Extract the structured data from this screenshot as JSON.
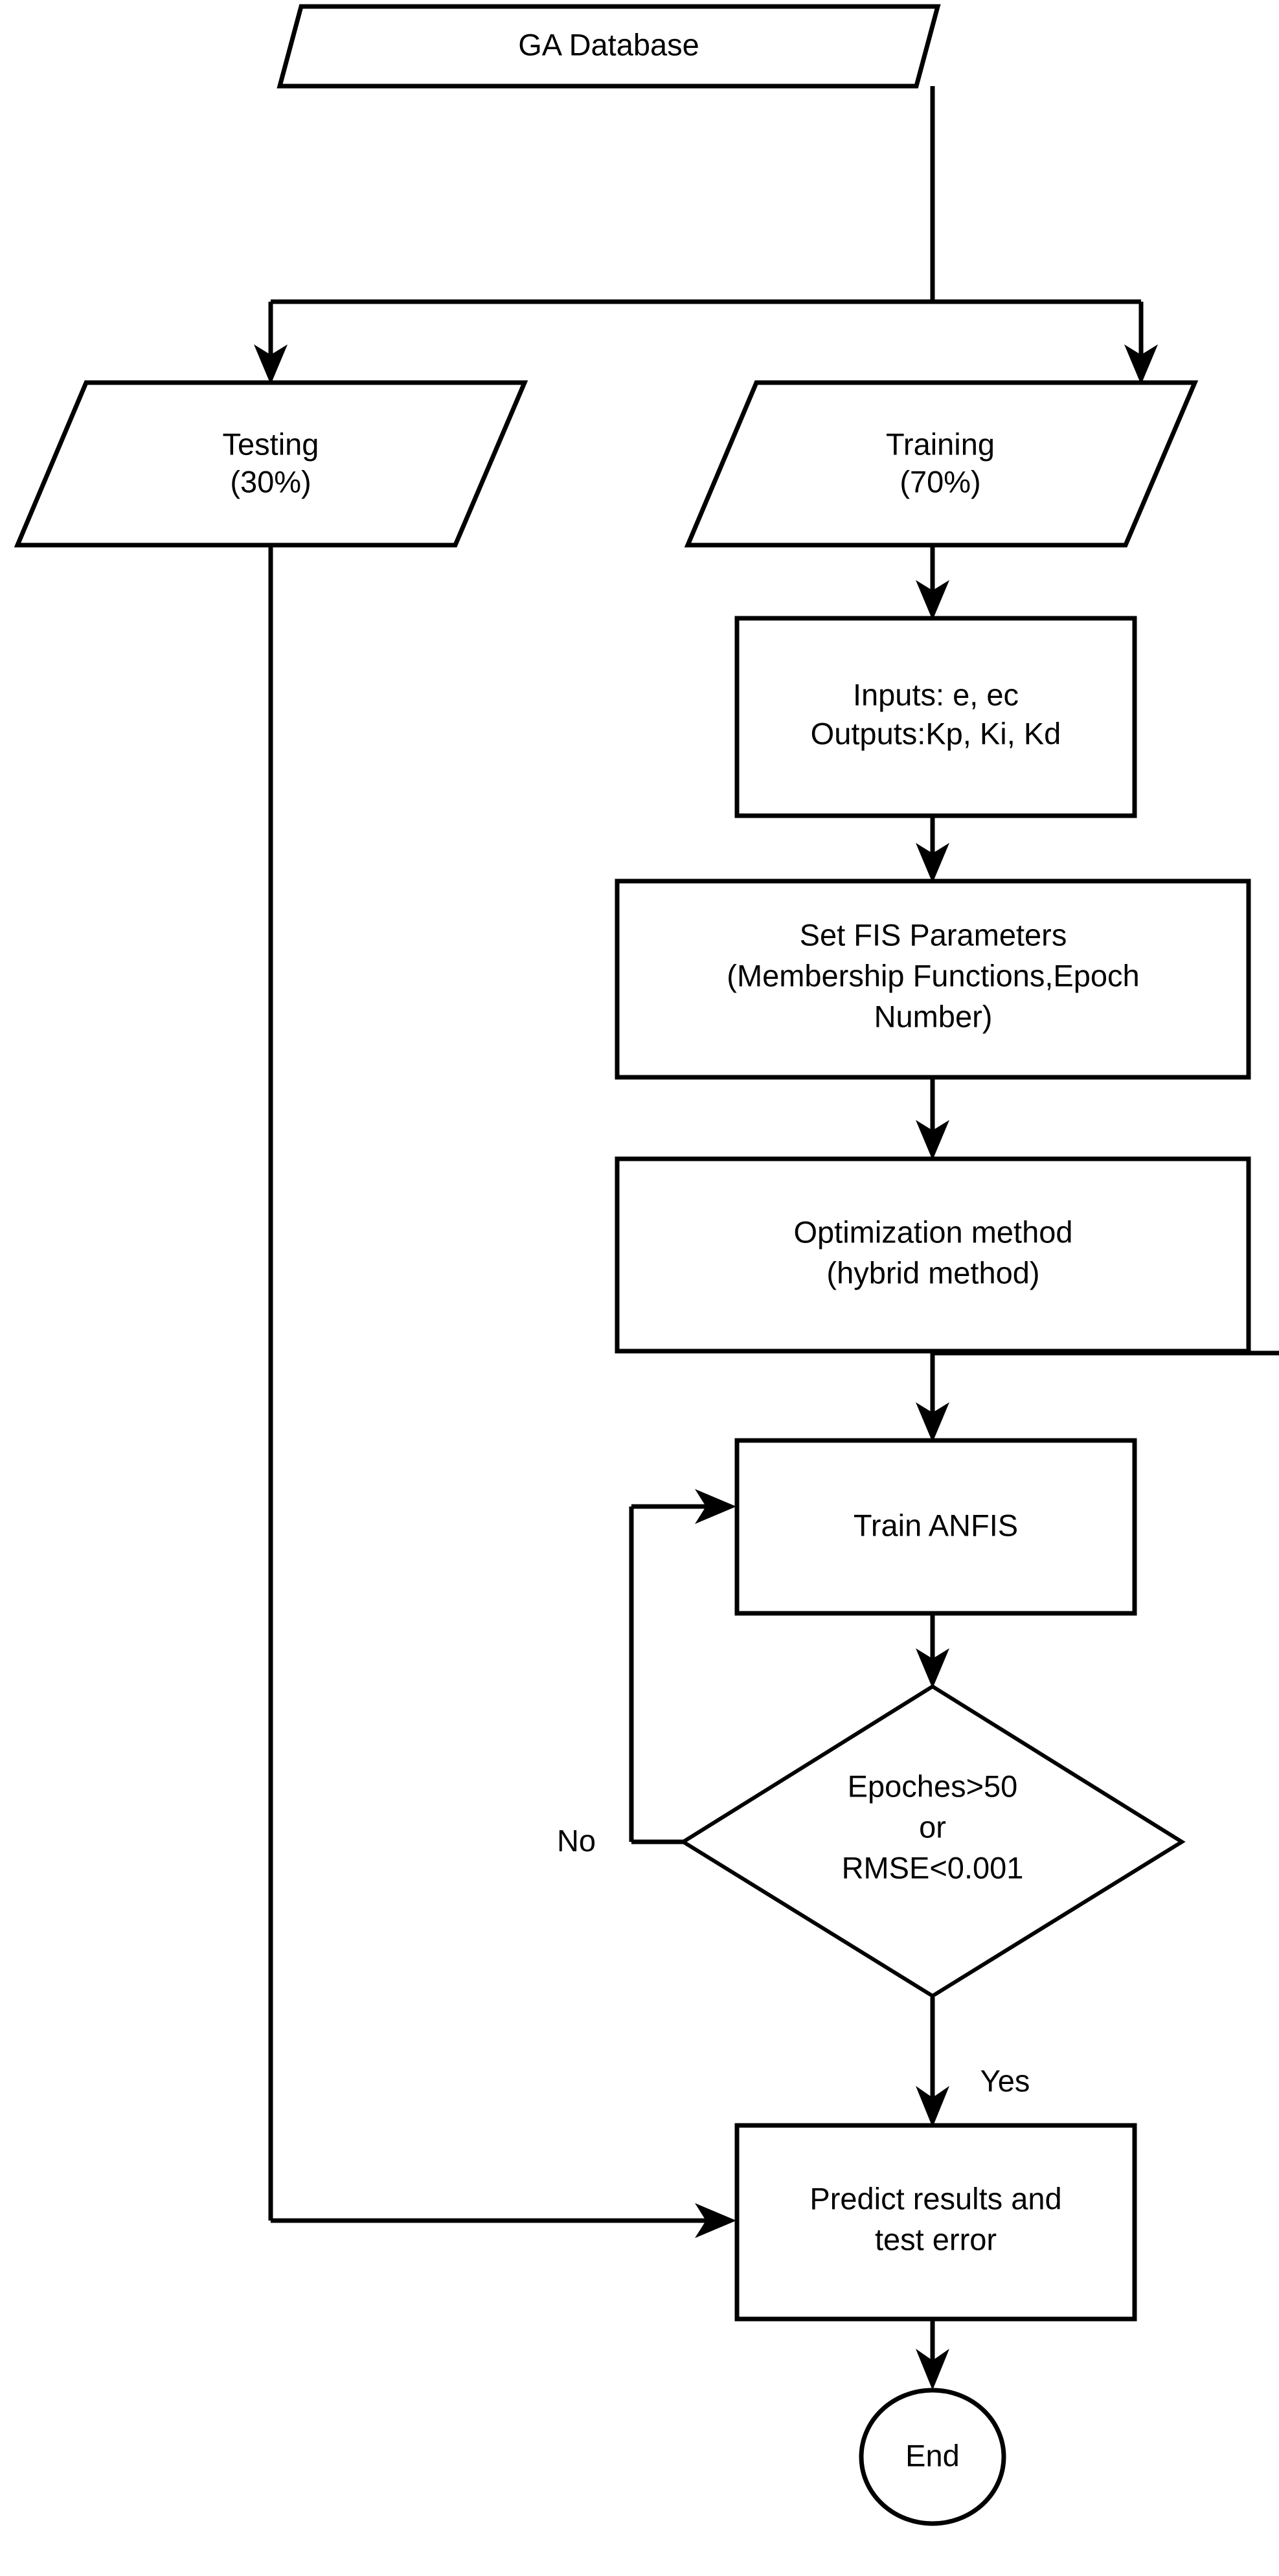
{
  "diagram": {
    "type": "flowchart",
    "title": "ANFIS training and testing flowchart",
    "background_color": "#ffffff",
    "line_color": "#000000",
    "text_color": "#000000",
    "nodes": [
      {
        "id": "ga-database",
        "shape": "parallelogram",
        "lines": [
          "GA Database"
        ]
      },
      {
        "id": "testing",
        "shape": "parallelogram",
        "lines": [
          "Testing",
          "(30%)"
        ]
      },
      {
        "id": "training",
        "shape": "parallelogram",
        "lines": [
          "Training",
          "(70%)"
        ]
      },
      {
        "id": "inputs-outputs",
        "shape": "rectangle",
        "lines": [
          "Inputs: e, ec",
          "Outputs:Kp, Ki, Kd"
        ]
      },
      {
        "id": "set-fis-parameters",
        "shape": "rectangle",
        "lines": [
          "Set FIS Parameters",
          "(Membership Functions,Epoch",
          "Number)"
        ]
      },
      {
        "id": "optimization-method",
        "shape": "rectangle",
        "lines": [
          "Optimization method",
          "(hybrid method)"
        ]
      },
      {
        "id": "train-anfis",
        "shape": "rectangle",
        "lines": [
          "Train ANFIS"
        ]
      },
      {
        "id": "stop-condition",
        "shape": "diamond",
        "lines": [
          "Epoches>50",
          "or",
          "RMSE<0.001"
        ]
      },
      {
        "id": "predict-results",
        "shape": "rectangle",
        "lines": [
          "Predict results and",
          "test error"
        ]
      },
      {
        "id": "end",
        "shape": "ellipse",
        "lines": [
          "End"
        ]
      }
    ],
    "edge_labels": {
      "no": "No",
      "yes": "Yes"
    },
    "edges": [
      {
        "from": "ga-database",
        "to": "testing",
        "label": ""
      },
      {
        "from": "ga-database",
        "to": "training",
        "label": ""
      },
      {
        "from": "training",
        "to": "inputs-outputs",
        "label": ""
      },
      {
        "from": "inputs-outputs",
        "to": "set-fis-parameters",
        "label": ""
      },
      {
        "from": "set-fis-parameters",
        "to": "optimization-method",
        "label": ""
      },
      {
        "from": "optimization-method",
        "to": "train-anfis",
        "label": ""
      },
      {
        "from": "train-anfis",
        "to": "stop-condition",
        "label": ""
      },
      {
        "from": "stop-condition",
        "to": "train-anfis",
        "label": "No"
      },
      {
        "from": "stop-condition",
        "to": "predict-results",
        "label": "Yes"
      },
      {
        "from": "testing",
        "to": "predict-results",
        "label": ""
      },
      {
        "from": "predict-results",
        "to": "end",
        "label": ""
      }
    ]
  }
}
